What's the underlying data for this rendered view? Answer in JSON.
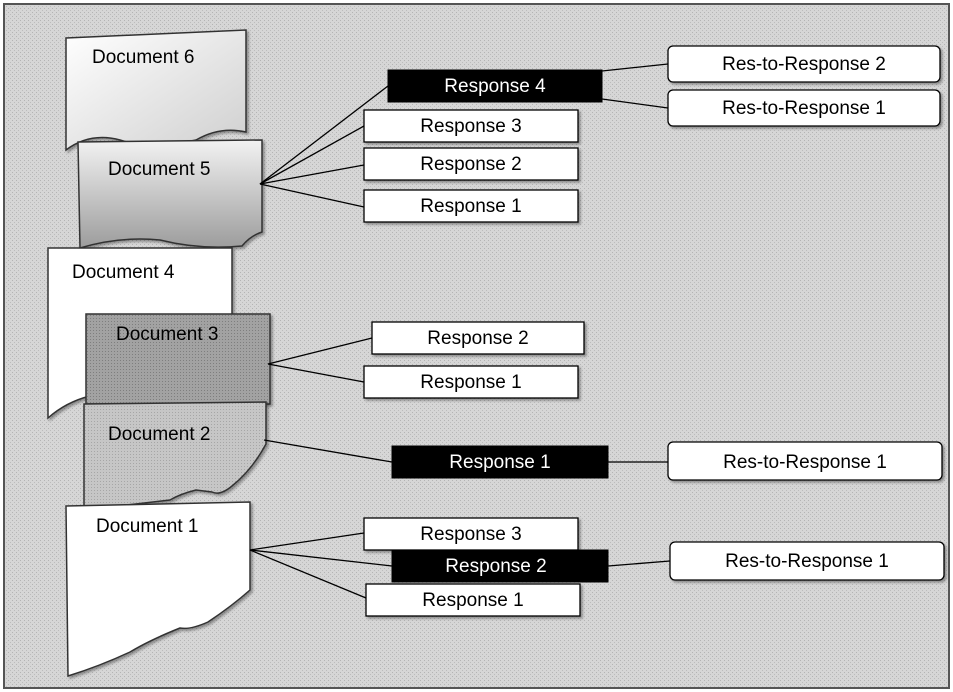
{
  "documents": {
    "d6": "Document 6",
    "d5": "Document 5",
    "d4": "Document 4",
    "d3": "Document 3",
    "d2": "Document 2",
    "d1": "Document 1"
  },
  "responses": {
    "d5": {
      "r4": "Response 4",
      "r3": "Response 3",
      "r2": "Response 2",
      "r1": "Response 1",
      "rr2": "Res-to-Response 2",
      "rr1": "Res-to-Response 1"
    },
    "d3": {
      "r2": "Response 2",
      "r1": "Response 1"
    },
    "d2": {
      "r1": "Response 1",
      "rr1": "Res-to-Response 1"
    },
    "d1": {
      "r3": "Response 3",
      "r2": "Response 2",
      "r1": "Response 1",
      "rr1": "Res-to-Response 1"
    }
  },
  "colors": {
    "background_texture": "#d9d9d9",
    "highlighted_response": "#000000",
    "normal_response": "#ffffff",
    "document_3_fill": "#9a9a9a",
    "document_5_fill": "#bdbdbd",
    "document_2_fill": "#cfcfcf"
  }
}
